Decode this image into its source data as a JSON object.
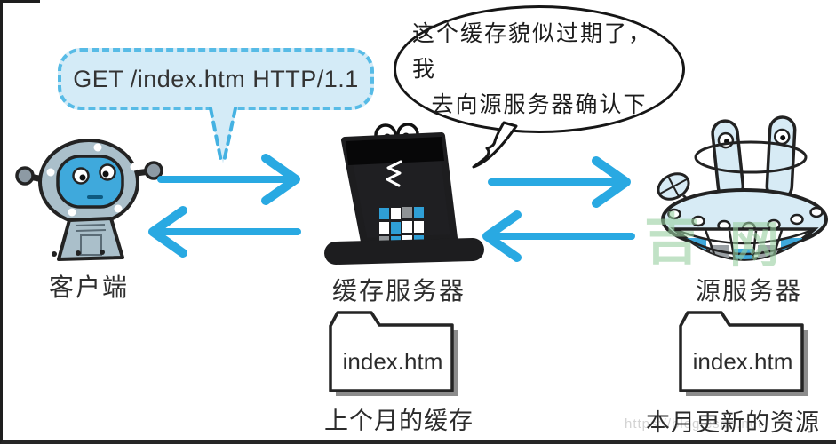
{
  "request_bubble": {
    "text": "GET /index.htm HTTP/1.1"
  },
  "thought_bubble": {
    "line1": "这个缓存貌似过期了，我",
    "line2": "去向源服务器确认下"
  },
  "nodes": {
    "client": {
      "label": "客户端"
    },
    "cache_server": {
      "label": "缓存服务器"
    },
    "origin_server": {
      "label": "源服务器"
    }
  },
  "folders": {
    "cache": {
      "filename": "index.htm",
      "caption": "上个月的缓存"
    },
    "origin": {
      "filename": "index.htm",
      "caption": "本月更新的资源"
    }
  },
  "watermarks": {
    "site_left": "吉",
    "site_right": "网",
    "url": "https://blog.csdn.net"
  },
  "colors": {
    "arrow": "#29a9e2",
    "bubble_fill": "#d4ebf7",
    "bubble_border": "#57bbe6",
    "ink": "#1d1d1f",
    "robot_gray": "#aabfca",
    "face_blue": "#3fa9dc",
    "saucer_blue": "#d7ebf5",
    "watermark_green": "#98ce9f"
  }
}
